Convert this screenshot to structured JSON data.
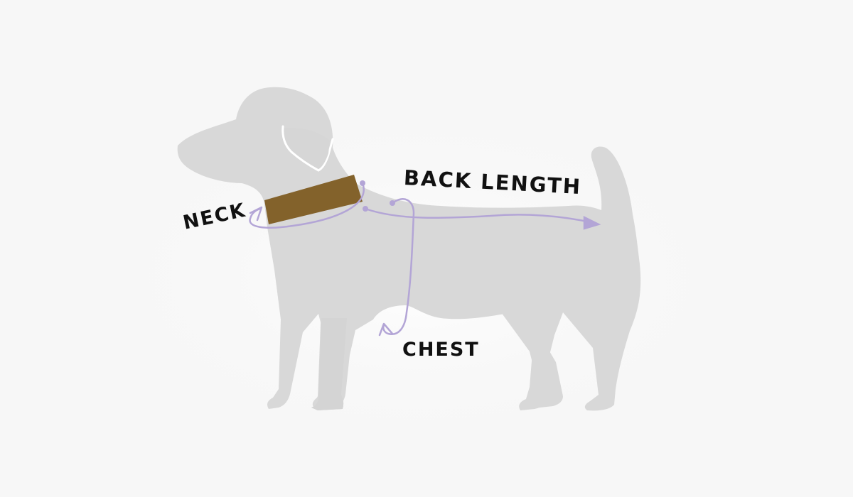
{
  "labels": {
    "neck": "NECK",
    "back_length": "BACK LENGTH",
    "chest": "CHEST"
  },
  "colors": {
    "background": "#f7f7f7",
    "dog": "#d8d8d8",
    "collar": "#83622b",
    "measure_line": "#b3a5d6",
    "ear_outline": "#ffffff",
    "text": "#111111"
  },
  "icons": {
    "figure": "dog-silhouette-icon",
    "collar": "collar-icon"
  }
}
